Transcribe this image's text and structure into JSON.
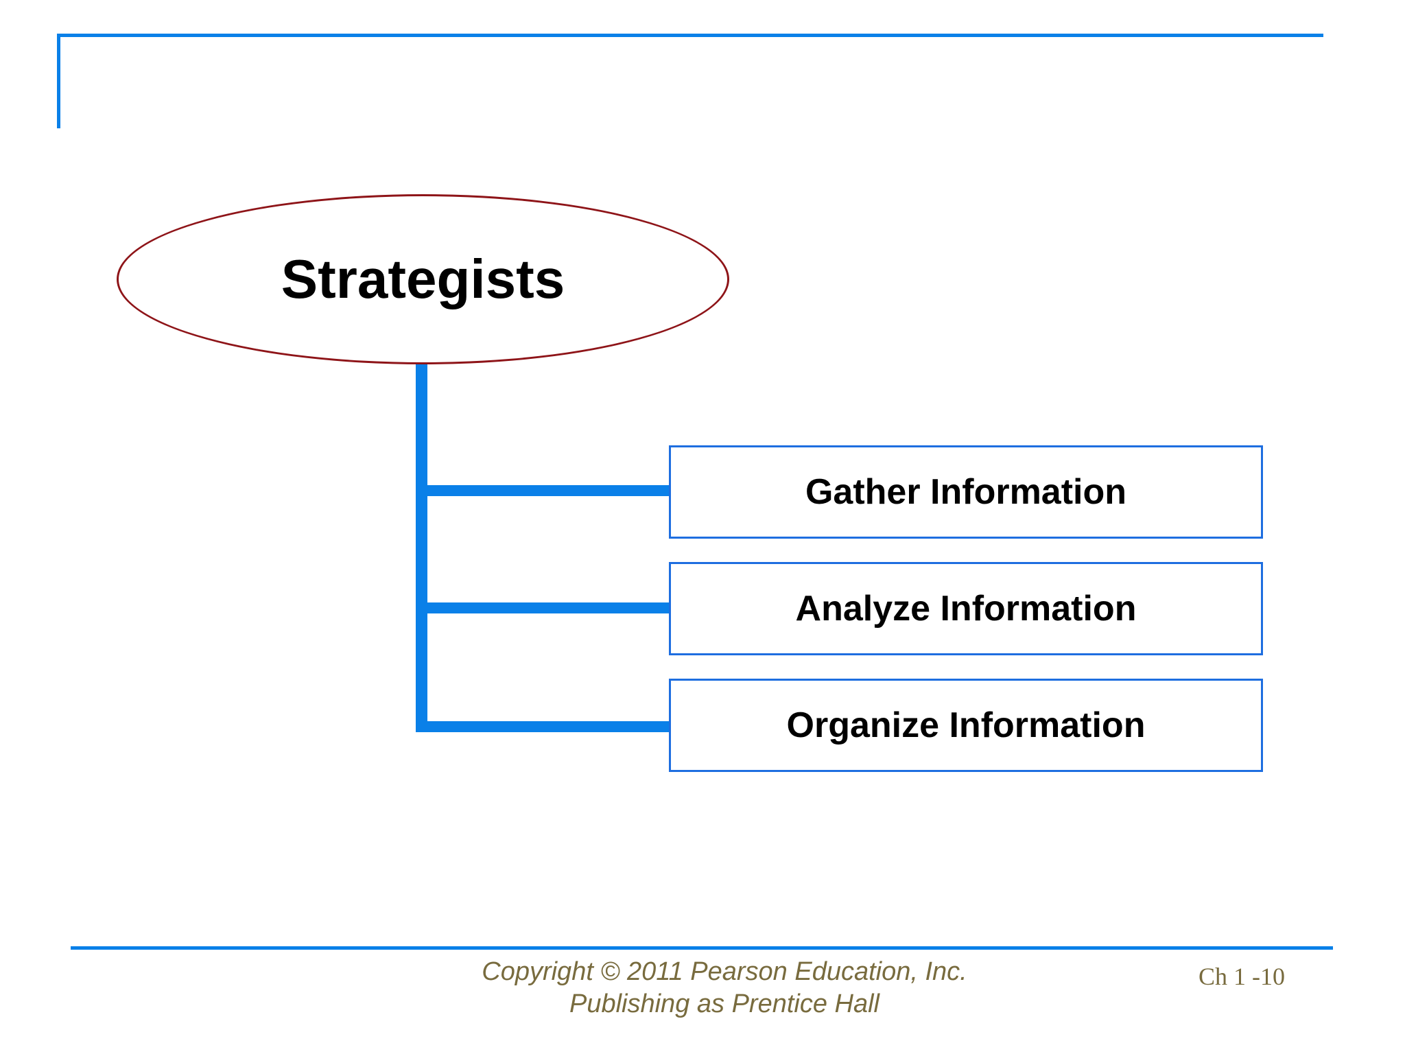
{
  "slide": {
    "root_node": {
      "label": "Strategists"
    },
    "children": [
      {
        "label": "Gather Information"
      },
      {
        "label": "Analyze Information"
      },
      {
        "label": "Organize Information"
      }
    ],
    "footer": {
      "copyright_line1": "Copyright © 2011 Pearson Education, Inc.",
      "copyright_line2": "Publishing as Prentice Hall",
      "page_label": "Ch 1 -10"
    },
    "colors": {
      "accent_blue": "#0a80e8",
      "box_border_blue": "#1e6ee0",
      "ellipse_maroon": "#8e1418",
      "footer_text": "#786b3e",
      "text_black": "#000000"
    }
  }
}
